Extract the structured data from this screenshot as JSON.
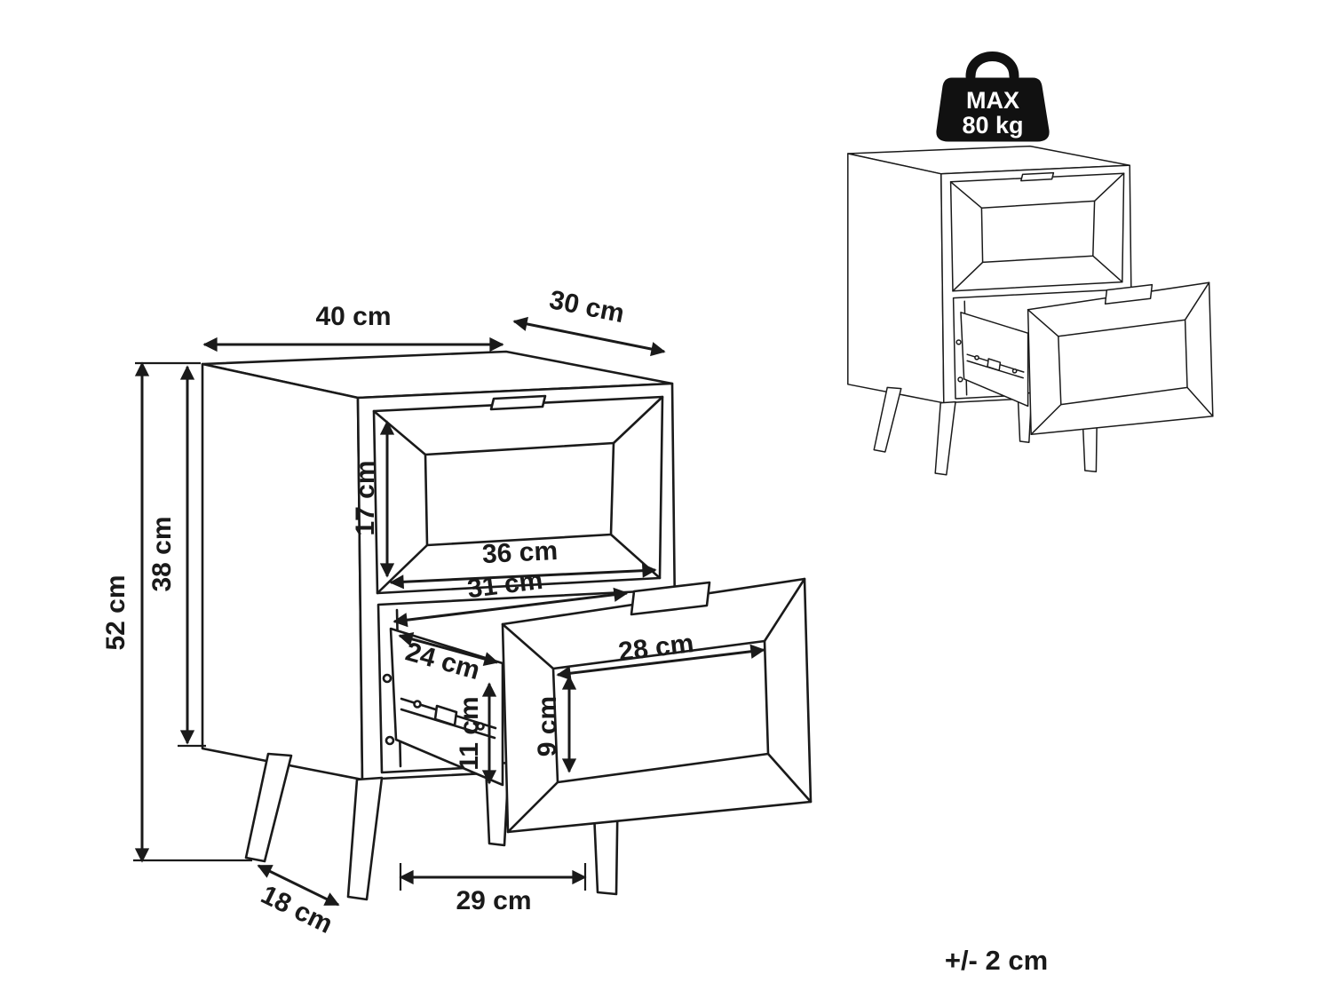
{
  "colors": {
    "line": "#1a1a1a",
    "background": "#ffffff",
    "badge_fill": "#111111",
    "badge_text": "#ffffff"
  },
  "main_diagram": {
    "dimensions": {
      "top_width": "40 cm",
      "top_depth": "30 cm",
      "total_height": "52 cm",
      "body_height": "38 cm",
      "top_drawer_front_height": "17 cm",
      "top_drawer_front_width": "36 cm",
      "drawer_opening_width": "31 cm",
      "drawer_inner_depth": "24 cm",
      "drawer_inner_width": "28 cm",
      "drawer_side_height": "11 cm",
      "drawer_inner_height": "9 cm",
      "leg_spacing_depth": "18 cm",
      "leg_spacing_front": "29 cm"
    }
  },
  "load_badge": {
    "label": "MAX",
    "value": "80 kg"
  },
  "tolerance": {
    "note": "+/- 2 cm"
  }
}
